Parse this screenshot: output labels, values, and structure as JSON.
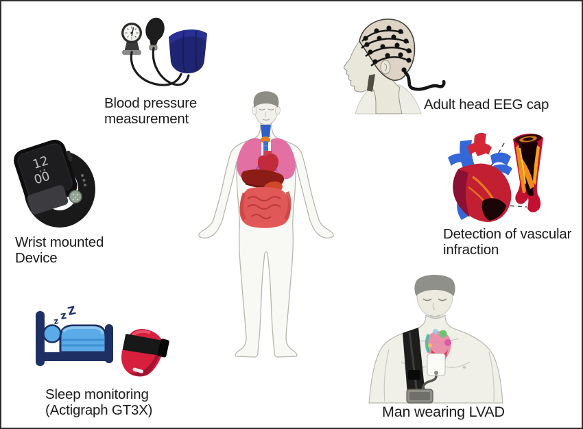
{
  "labels": {
    "blood_pressure": "Blood pressure\nmeasurement",
    "eeg_cap": "Adult head EEG cap",
    "wrist_device": "Wrist mounted\nDevice",
    "vascular_infraction": "Detection of vascular\ninfraction",
    "sleep_monitoring": "Sleep monitoring\n(Actigraph GT3X)",
    "lvad": "Man wearing LVAD"
  },
  "watch_display": {
    "hours": "12",
    "minutes": "00"
  },
  "sleep_zzz": {
    "z_small": "z",
    "z_medium": "z",
    "z_large": "Z"
  },
  "colors": {
    "frame": "#2e2e2e",
    "text": "#1b1b1b",
    "cuff_navy": "#1f2573",
    "bed_navy": "#1e2f63",
    "blanket_blue": "#5aabe8",
    "actigraph_red": "#d6203e",
    "heart_red": "#c21f32",
    "vessel_blue": "#3568d6",
    "plaque_orange": "#f08c1a",
    "lung_pink": "#e0659c",
    "liver_maroon": "#8c1d16",
    "skin_light": "#f0efe8"
  }
}
